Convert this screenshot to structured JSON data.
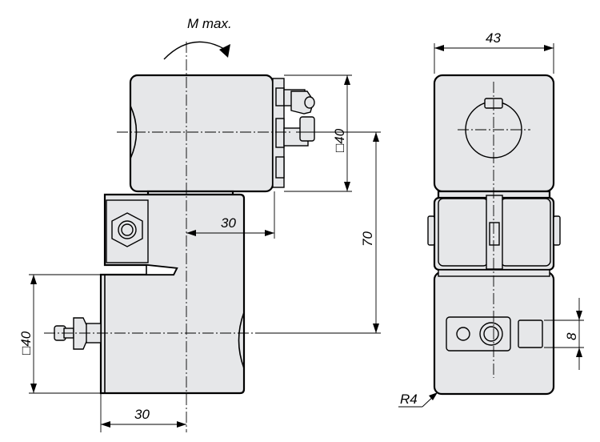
{
  "labels": {
    "moment": "M max.",
    "width_right": "43",
    "square_top": "□40",
    "square_left": "□40",
    "offset_mid": "30",
    "offset_bottom": "30",
    "height": "70",
    "slot": "8",
    "radius": "R4"
  }
}
